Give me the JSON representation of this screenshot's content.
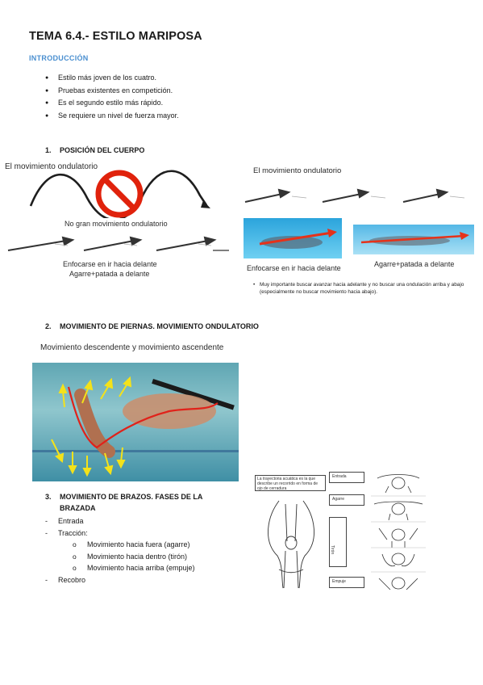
{
  "title": "TEMA 6.4.- ESTILO MARIPOSA",
  "intro": {
    "heading": "INTRODUCCIÓN",
    "bullets": [
      "Estilo más joven de los cuatro.",
      "Pruebas existentes en competición.",
      "Es el segundo estilo más rápido.",
      "Se requiere un nivel de fuerza mayor."
    ]
  },
  "section1": {
    "num": "1.",
    "title": "POSICIÓN DEL CUERPO",
    "left": {
      "heading": "El movimiento ondulatorio",
      "caption1": "No gran movimiento ondulatorio",
      "caption2": "Enfocarse en ir hacia delante",
      "caption3": "Agarre+patada a delante"
    },
    "right": {
      "heading": "El movimiento ondulatorio",
      "caption_photo1": "Enfocarse en ir hacia delante",
      "caption_photo2": "Agarre+patada a delante",
      "note": "Muy importante buscar avanzar hacia adelante y no buscar una ondulación arriba y abajo (especialmente no buscar movimiento hacia abajo)."
    }
  },
  "section2": {
    "num": "2.",
    "title": "MOVIMIENTO DE PIERNAS. MOVIMIENTO ONDULATORIO",
    "subtitle": "Movimiento descendente y movimiento ascendente"
  },
  "section3": {
    "num": "3.",
    "title_line1": "MOVIMIENTO DE BRAZOS. FASES DE LA",
    "title_line2": "BRAZADA",
    "items": {
      "entrada": "Entrada",
      "traccion": "Tracción:",
      "sub1": "Movimiento hacia fuera (agarre)",
      "sub2": "Movimiento hacia dentro (tirón)",
      "sub3": "Movimiento hacia arriba (empuje)",
      "recobro": "Recobro"
    },
    "diagram": {
      "note": "La trayectoria acuática es la que describe un recorrido en forma de ojo de cerradura",
      "entrada": "Entrada",
      "agarre": "Agarre",
      "tiron": "Tirón",
      "empuje": "Empuje"
    }
  }
}
